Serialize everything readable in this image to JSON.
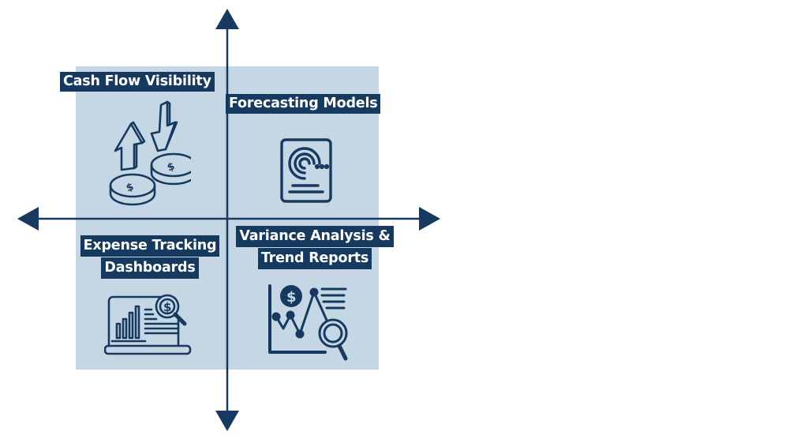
{
  "diagram": {
    "type": "quadrant",
    "colors": {
      "primary": "#163a5f",
      "quadrant_fill": "#c5d6e4",
      "label_text": "#ffffff",
      "background": "#ffffff"
    },
    "axes": {
      "horizontal": {
        "arrows": [
          "left",
          "right"
        ]
      },
      "vertical": {
        "arrows": [
          "up",
          "down"
        ]
      }
    },
    "quadrants": [
      {
        "position": "top-left",
        "label": "Cash Flow Visibility",
        "icon": "cash-flow-arrows-coins-icon"
      },
      {
        "position": "top-right",
        "label": "Forecasting Models",
        "icon": "forecast-document-icon"
      },
      {
        "position": "bottom-left",
        "label_lines": [
          "Expense Tracking",
          "Dashboards"
        ],
        "icon": "laptop-dashboard-magnifier-icon"
      },
      {
        "position": "bottom-right",
        "label_lines": [
          "Variance Analysis &",
          "Trend Reports"
        ],
        "icon": "trend-chart-magnifier-icon"
      }
    ]
  }
}
